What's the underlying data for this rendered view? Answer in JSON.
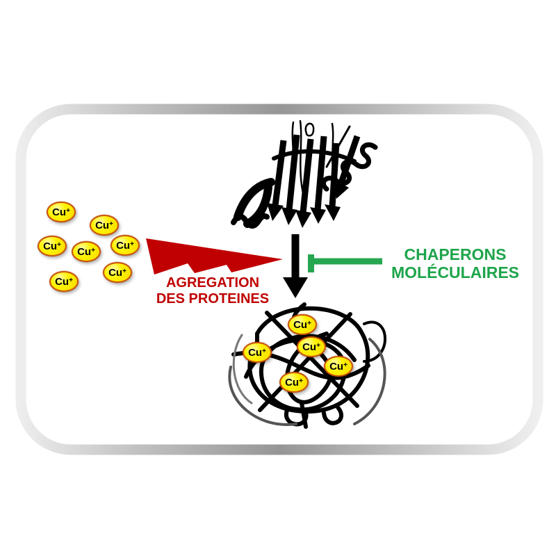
{
  "figure": {
    "type": "graphical-abstract-diagram",
    "background": "#ffffff",
    "frame": {
      "light": "#ebebeb",
      "mid": "#b0b0b0",
      "dark": "#969696"
    }
  },
  "copper_ion": {
    "symbol": "Cu",
    "charge": "+",
    "fill": "#ffe800",
    "border": "#cb5408",
    "free_count": 7,
    "bound_count": 5
  },
  "aggregation_label": {
    "line1": "AGREGATION",
    "line2": "DES PROTEINES",
    "color": "#c00000"
  },
  "chaperones_label": {
    "line1": "CHAPERONS",
    "line2": "MOLÉCULAIRES",
    "color": "#1ea54b"
  },
  "icons": {
    "lightning_bolt": {
      "color": "#c00000"
    },
    "down_arrow": {
      "color": "#000000"
    },
    "inhibition_tbar": {
      "color": "#27a651"
    },
    "folded_protein": {
      "color": "#000000"
    },
    "protein_aggregate": {
      "color": "#000000"
    }
  }
}
